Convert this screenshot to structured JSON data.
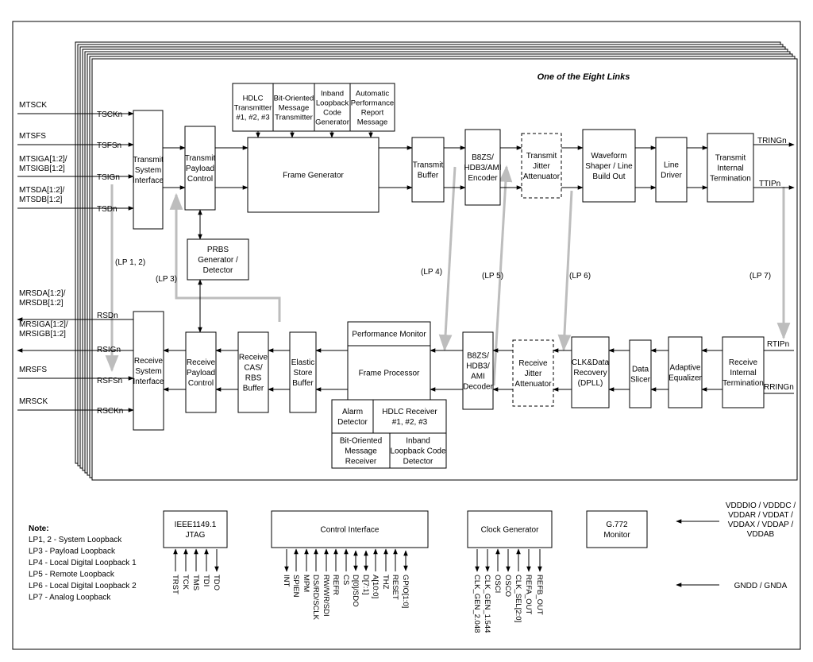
{
  "caption": "One of the Eight Links",
  "blocks": {
    "tsi": [
      "Transmit",
      "System",
      "Interface"
    ],
    "tpc": [
      "Transmit",
      "Payload",
      "Control"
    ],
    "prbs": [
      "PRBS",
      "Generator /",
      "Detector"
    ],
    "hdlc_tx": [
      "HDLC",
      "Transmitter",
      "#1, #2, #3"
    ],
    "bom_tx": [
      "Bit-Oriented",
      "Message",
      "Transmitter"
    ],
    "inband_gen": [
      "Inband",
      "Loopback",
      "Code",
      "Generator"
    ],
    "apr": [
      "Automatic",
      "Performance",
      "Report",
      "Message"
    ],
    "frame_gen": [
      "Frame Generator"
    ],
    "tx_buf": [
      "Transmit",
      "Buffer"
    ],
    "enc": [
      "B8ZS/",
      "HDB3/AMI",
      "Encoder"
    ],
    "tx_jitter": [
      "Transmit",
      "Jitter",
      "Attenuator"
    ],
    "waveform": [
      "Waveform",
      "Shaper / Line",
      "Build Out"
    ],
    "line_driver": [
      "Line",
      "Driver"
    ],
    "tx_term": [
      "Transmit",
      "Internal",
      "Termination"
    ],
    "rsi": [
      "Receive",
      "System",
      "Interface"
    ],
    "rpc": [
      "Receive",
      "Payload",
      "Control"
    ],
    "cas": [
      "Receive",
      "CAS/",
      "RBS",
      "Buffer"
    ],
    "elastic": [
      "Elastic",
      "Store",
      "Buffer"
    ],
    "perf_mon": [
      "Performance Monitor"
    ],
    "frame_proc": [
      "Frame Processor"
    ],
    "alarm": [
      "Alarm",
      "Detector"
    ],
    "hdlc_rx": [
      "HDLC Receiver",
      "#1, #2, #3"
    ],
    "bom_rx": [
      "Bit-Oriented",
      "Message",
      "Receiver"
    ],
    "inband_det": [
      "Inband",
      "Loopback Code",
      "Detector"
    ],
    "dec": [
      "B8ZS/",
      "HDB3/",
      "AMI",
      "Decoder"
    ],
    "rx_jitter": [
      "Receive",
      "Jitter",
      "Attenuator"
    ],
    "cdr": [
      "CLK&Data",
      "Recovery",
      "(DPLL)"
    ],
    "slicer": [
      "Data",
      "Slicer"
    ],
    "eq": [
      "Adaptive",
      "Equalizer"
    ],
    "rx_term": [
      "Receive",
      "Internal",
      "Termination"
    ],
    "jtag": [
      "IEEE1149.1",
      "JTAG"
    ],
    "ctrl": [
      "Control Interface"
    ],
    "clkgen": [
      "Clock Generator"
    ],
    "g772": [
      "G.772",
      "Monitor"
    ]
  },
  "left_signals": {
    "mtsck": [
      "MTSCK"
    ],
    "mtsfs": [
      "MTSFS"
    ],
    "mtsig": [
      "MTSIGA[1:2]/",
      "MTSIGB[1:2]"
    ],
    "mtsd": [
      "MTSDA[1:2]/",
      "MTSDB[1:2]"
    ],
    "mrsd": [
      "MRSDA[1:2]/",
      "MRSDB[1:2]"
    ],
    "mrsig": [
      "MRSIGA[1:2]/",
      "MRSIGB[1:2]"
    ],
    "mrsfs": [
      "MRSFS"
    ],
    "mrsck": [
      "MRSCK"
    ]
  },
  "inner_pins": [
    "TSCKn",
    "TSFSn",
    "TSIGn",
    "TSDn",
    "RSDn",
    "RSIGn",
    "RSFSn",
    "RSCKn"
  ],
  "right_pins": [
    "TRINGn",
    "TTIPn",
    "RTIPn",
    "RRINGn"
  ],
  "loopbacks": [
    "(LP 1, 2)",
    "(LP 3)",
    "(LP 4)",
    "(LP 5)",
    "(LP 6)",
    "(LP 7)"
  ],
  "jtag_pins": [
    "TRST",
    "TCK",
    "TMS",
    "TDI",
    "TDO"
  ],
  "ctrl_pins": [
    "INT",
    "SPIEN",
    "MPM",
    "DS/RD/SCLK",
    "RW/WR/SDI",
    "REFR",
    "CS",
    "D[0]/SDO",
    "D[7:1]",
    "A[10:0]",
    "THZ",
    "RESET",
    "GPIO[1:0]"
  ],
  "clk_pins": [
    "CLK_GEN_2.048",
    "CLK_GEN_1.544",
    "OSCI",
    "OSCO",
    "CLK_SEL[2:0]",
    "REFA_OUT",
    "REFB_OUT"
  ],
  "power": [
    "VDDDIO / VDDDC /",
    "VDDAR / VDDAT /",
    "VDDAX / VDDAP /",
    "VDDAB"
  ],
  "ground": "GNDD / GNDA",
  "note": {
    "title": "Note:",
    "items": [
      "LP1, 2 - System Loopback",
      "LP3 - Payload Loopback",
      "LP4 - Local Digital Loopback 1",
      "LP5 - Remote Loopback",
      "LP6 - Local Digital Loopback 2",
      "LP7 - Analog Loopback"
    ]
  }
}
